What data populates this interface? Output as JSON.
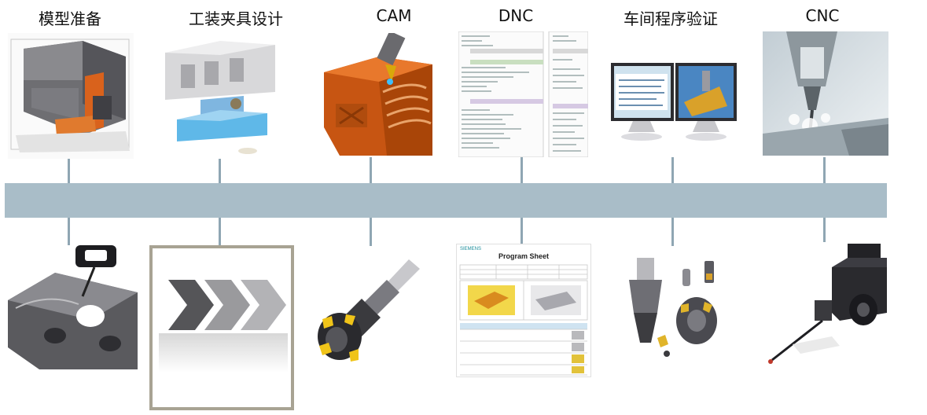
{
  "stages": [
    {
      "title": "模型准备",
      "image": "part-model-icon",
      "bottom_image": "probe-on-part-icon"
    },
    {
      "title": "工装夹具设计",
      "image": "fixture-design-icon",
      "bottom_image": "process-chevrons-icon"
    },
    {
      "title": "CAM",
      "image": "cam-toolpath-icon",
      "bottom_image": "face-mill-tool-icon"
    },
    {
      "title": "DNC",
      "image": "nc-code-listing-icon",
      "bottom_image": "program-sheet-icon"
    },
    {
      "title": "车间程序验证",
      "image": "verification-monitors-icon",
      "bottom_image": "tool-holders-icon"
    },
    {
      "title": "CNC",
      "image": "cnc-spindle-icon",
      "bottom_image": "touch-probe-icon"
    }
  ],
  "program_sheet": {
    "brand": "SIEMENS",
    "title": "Program Sheet"
  },
  "colors": {
    "band": "#a9bdc8",
    "connector": "#8fa6b3",
    "accent_orange": "#d9621c",
    "accent_blue": "#5fb8e8",
    "insert_yellow": "#f0c419"
  }
}
